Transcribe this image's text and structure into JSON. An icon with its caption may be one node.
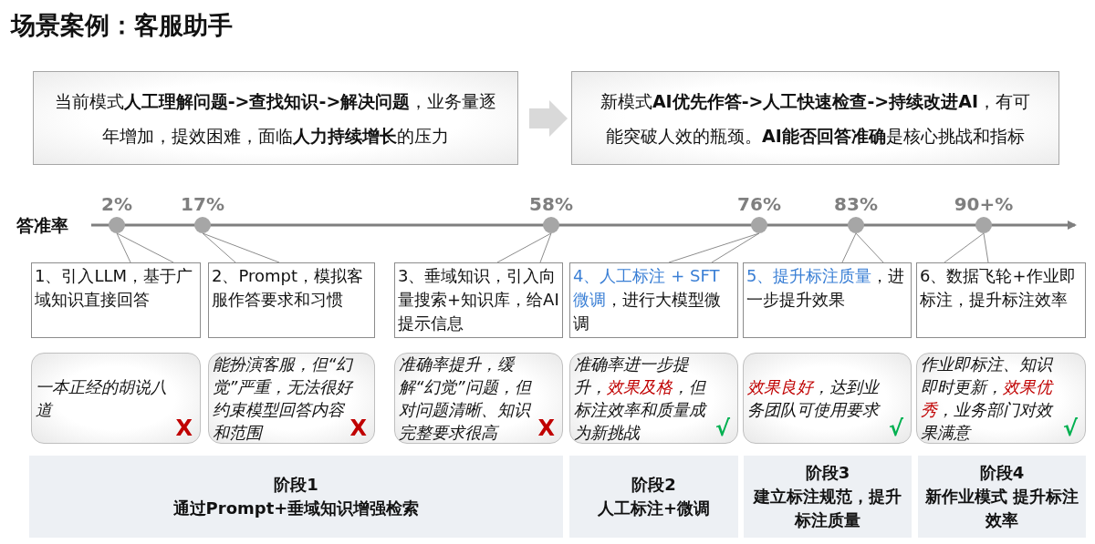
{
  "diagram": {
    "title": "场景案例：客服助手",
    "nodes": [
      {
        "text": [
          "当前模式**人工理解问题->查找知识->解决问题**，业务量逐年增加，提效困难，面临**人力持续增长**的压力"
        ]
      },
      {
        "text": [
          "新模式**AI优先作答->人工快速检查->持续改进AI**，有可能突破人效的瓶颈。**AI能否回答准确**是核心挑战和指标"
        ]
      },
      {
        "text": [
          "2%"
        ]
      },
      {
        "text": [
          "17%"
        ]
      },
      {
        "text": [
          "58%"
        ]
      },
      {
        "text": [
          "76%"
        ]
      },
      {
        "text": [
          "83%"
        ]
      },
      {
        "text": [
          "90+%"
        ]
      },
      {
        "text": [
          "1、引入LLM，基于广域知识直接回答"
        ]
      },
      {
        "text": [
          "2、Prompt，模拟客服作答要求和习惯"
        ]
      },
      {
        "text": [
          "3、垂域知识，引入向量搜索+知识库，给AI提示信息"
        ]
      },
      {
        "text": [
          "*4、人工标注 + SFT微调*，进行大模型微调"
        ]
      },
      {
        "text": [
          "*5、提升标注质量*，进一步提升效果"
        ]
      },
      {
        "text": [
          "6、数据飞轮+作业即标注，提升标注效率"
        ]
      },
      {
        "text": [
          "一本正经的胡说八道",
          "X"
        ]
      },
      {
        "text": [
          "能扮演客服，但“幻觉”严重，无法很好约束模型回答内容和范围",
          "X"
        ]
      },
      {
        "text": [
          "准确率提升，缓解“幻觉”问题，但对问题清晰、知识完整要求很高",
          "X"
        ]
      },
      {
        "text": [
          "准确率进一步提升，*效果及格*，但标注效率和质量成为新挑战",
          "√"
        ]
      },
      {
        "text": [
          "*效果良好*，达到业务团队可使用要求",
          "√"
        ]
      },
      {
        "text": [
          "作业即标注、知识即时更新，*效果优秀*，业务部门对效果满意",
          "√"
        ]
      },
      {
        "text": [
          "阶段1",
          "通过Prompt+垂域知识增强检索"
        ]
      },
      {
        "text": [
          "阶段2",
          "人工标注+微调"
        ]
      },
      {
        "text": [
          "阶段3",
          "建立标注规范，提升标注质量"
        ]
      },
      {
        "text": [
          "阶段4",
          "新作业模式 提升标注效率"
        ]
      }
    ],
    "edges": [
      {
        "from": 0,
        "to": 1,
        "arrow": "to",
        "style": "thick"
      },
      {
        "from": 8,
        "to": 2,
        "arrow": "none"
      },
      {
        "from": 9,
        "to": 3,
        "arrow": "none"
      },
      {
        "from": 10,
        "to": 4,
        "arrow": "none"
      },
      {
        "from": 11,
        "to": 5,
        "arrow": "none"
      },
      {
        "from": 12,
        "to": 6,
        "arrow": "none"
      },
      {
        "from": 13,
        "to": 7,
        "arrow": "none"
      }
    ],
    "labels": [
      "答准率"
    ]
  }
}
